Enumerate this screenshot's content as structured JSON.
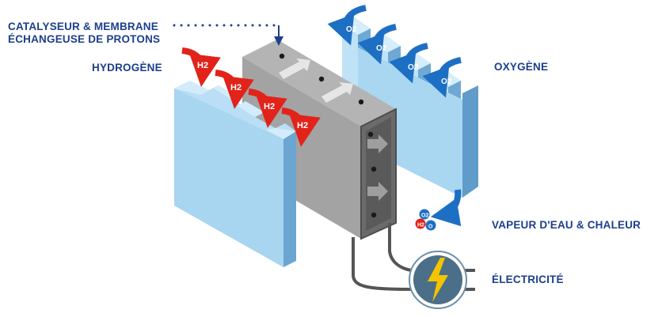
{
  "labels": {
    "catalyst_line1": "CATALYSEUR & MEMBRANE",
    "catalyst_line2": "ÉCHANGEUSE DE PROTONS",
    "hydrogen": "HYDROGÈNE",
    "oxygen": "OXYGÈNE",
    "water_heat": "VAPEUR D'EAU & CHALEUR",
    "electricity": "ÉLECTRICITÉ"
  },
  "molecules": {
    "h2": "H2",
    "o2": "O2",
    "water_h2": "H2",
    "water_o": "O",
    "water_o2": "O2"
  },
  "colors": {
    "label_text": "#1c3f8c",
    "hydrogen_arrow": "#e2231a",
    "oxygen_arrow": "#1d6fc4",
    "anode_plate": "#a8d5f0",
    "cathode_plate": "#a8d5f0",
    "membrane": "#9a9a9a",
    "lightning": "#f5c400"
  },
  "icons": [
    "hydrogen-arrow-icon",
    "oxygen-arrow-icon",
    "lightning-icon",
    "water-molecule-icon"
  ]
}
